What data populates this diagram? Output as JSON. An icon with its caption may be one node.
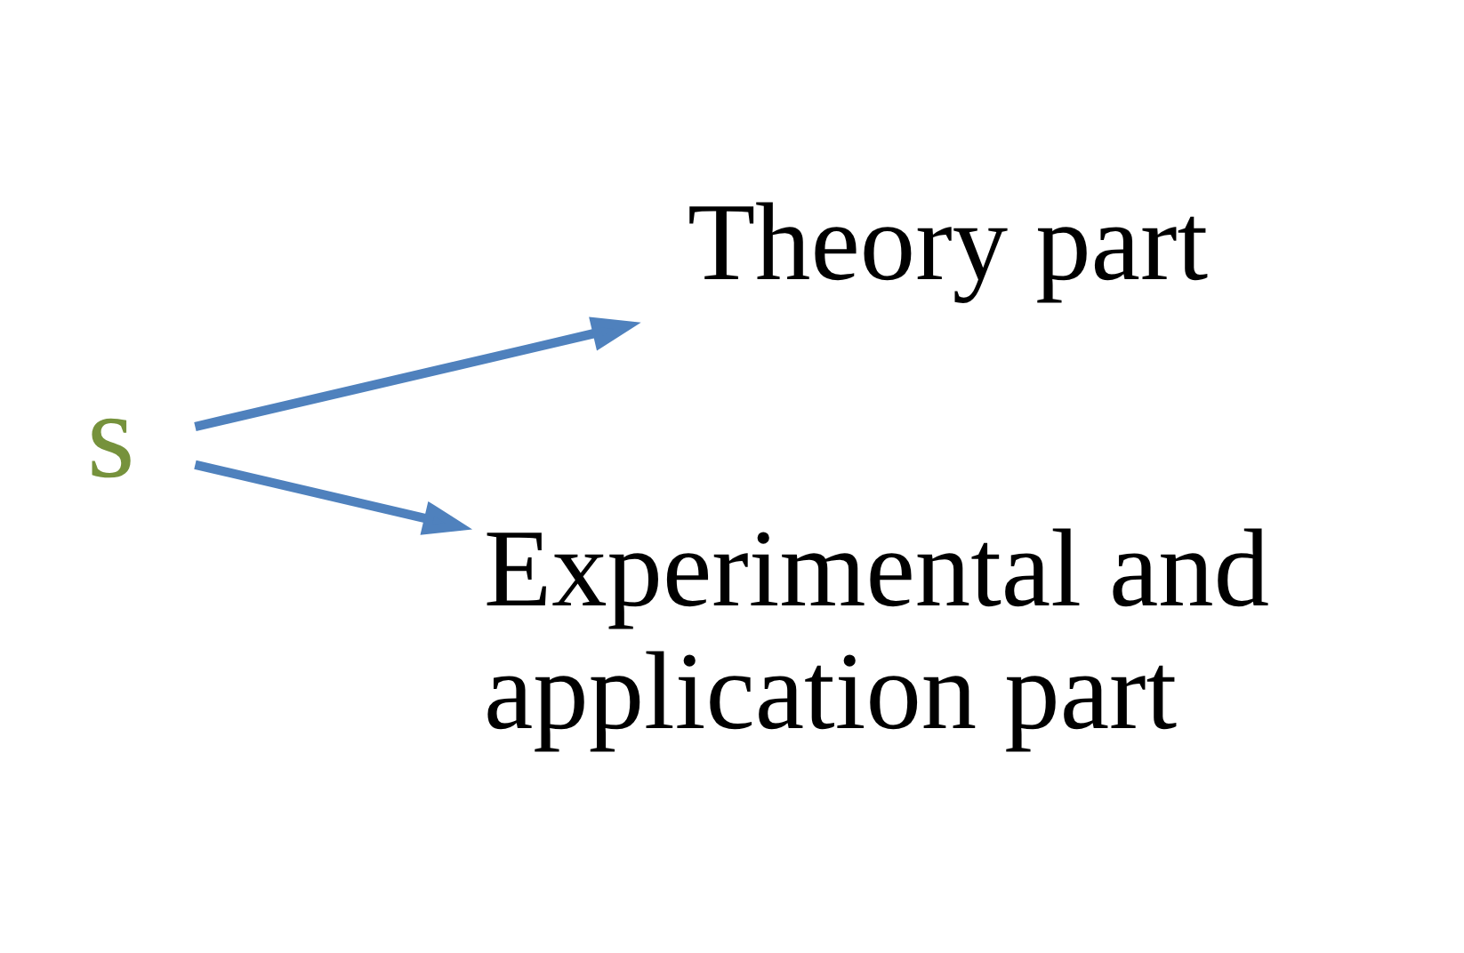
{
  "diagram": {
    "nodes": [
      {
        "text": [
          "s"
        ]
      },
      {
        "text": [
          "Theory part"
        ]
      },
      {
        "text": [
          "Experimental and application part"
        ]
      }
    ],
    "edges": [
      {
        "from": 0,
        "to": 1,
        "arrow": "to"
      },
      {
        "from": 0,
        "to": 2,
        "arrow": "to"
      }
    ]
  }
}
